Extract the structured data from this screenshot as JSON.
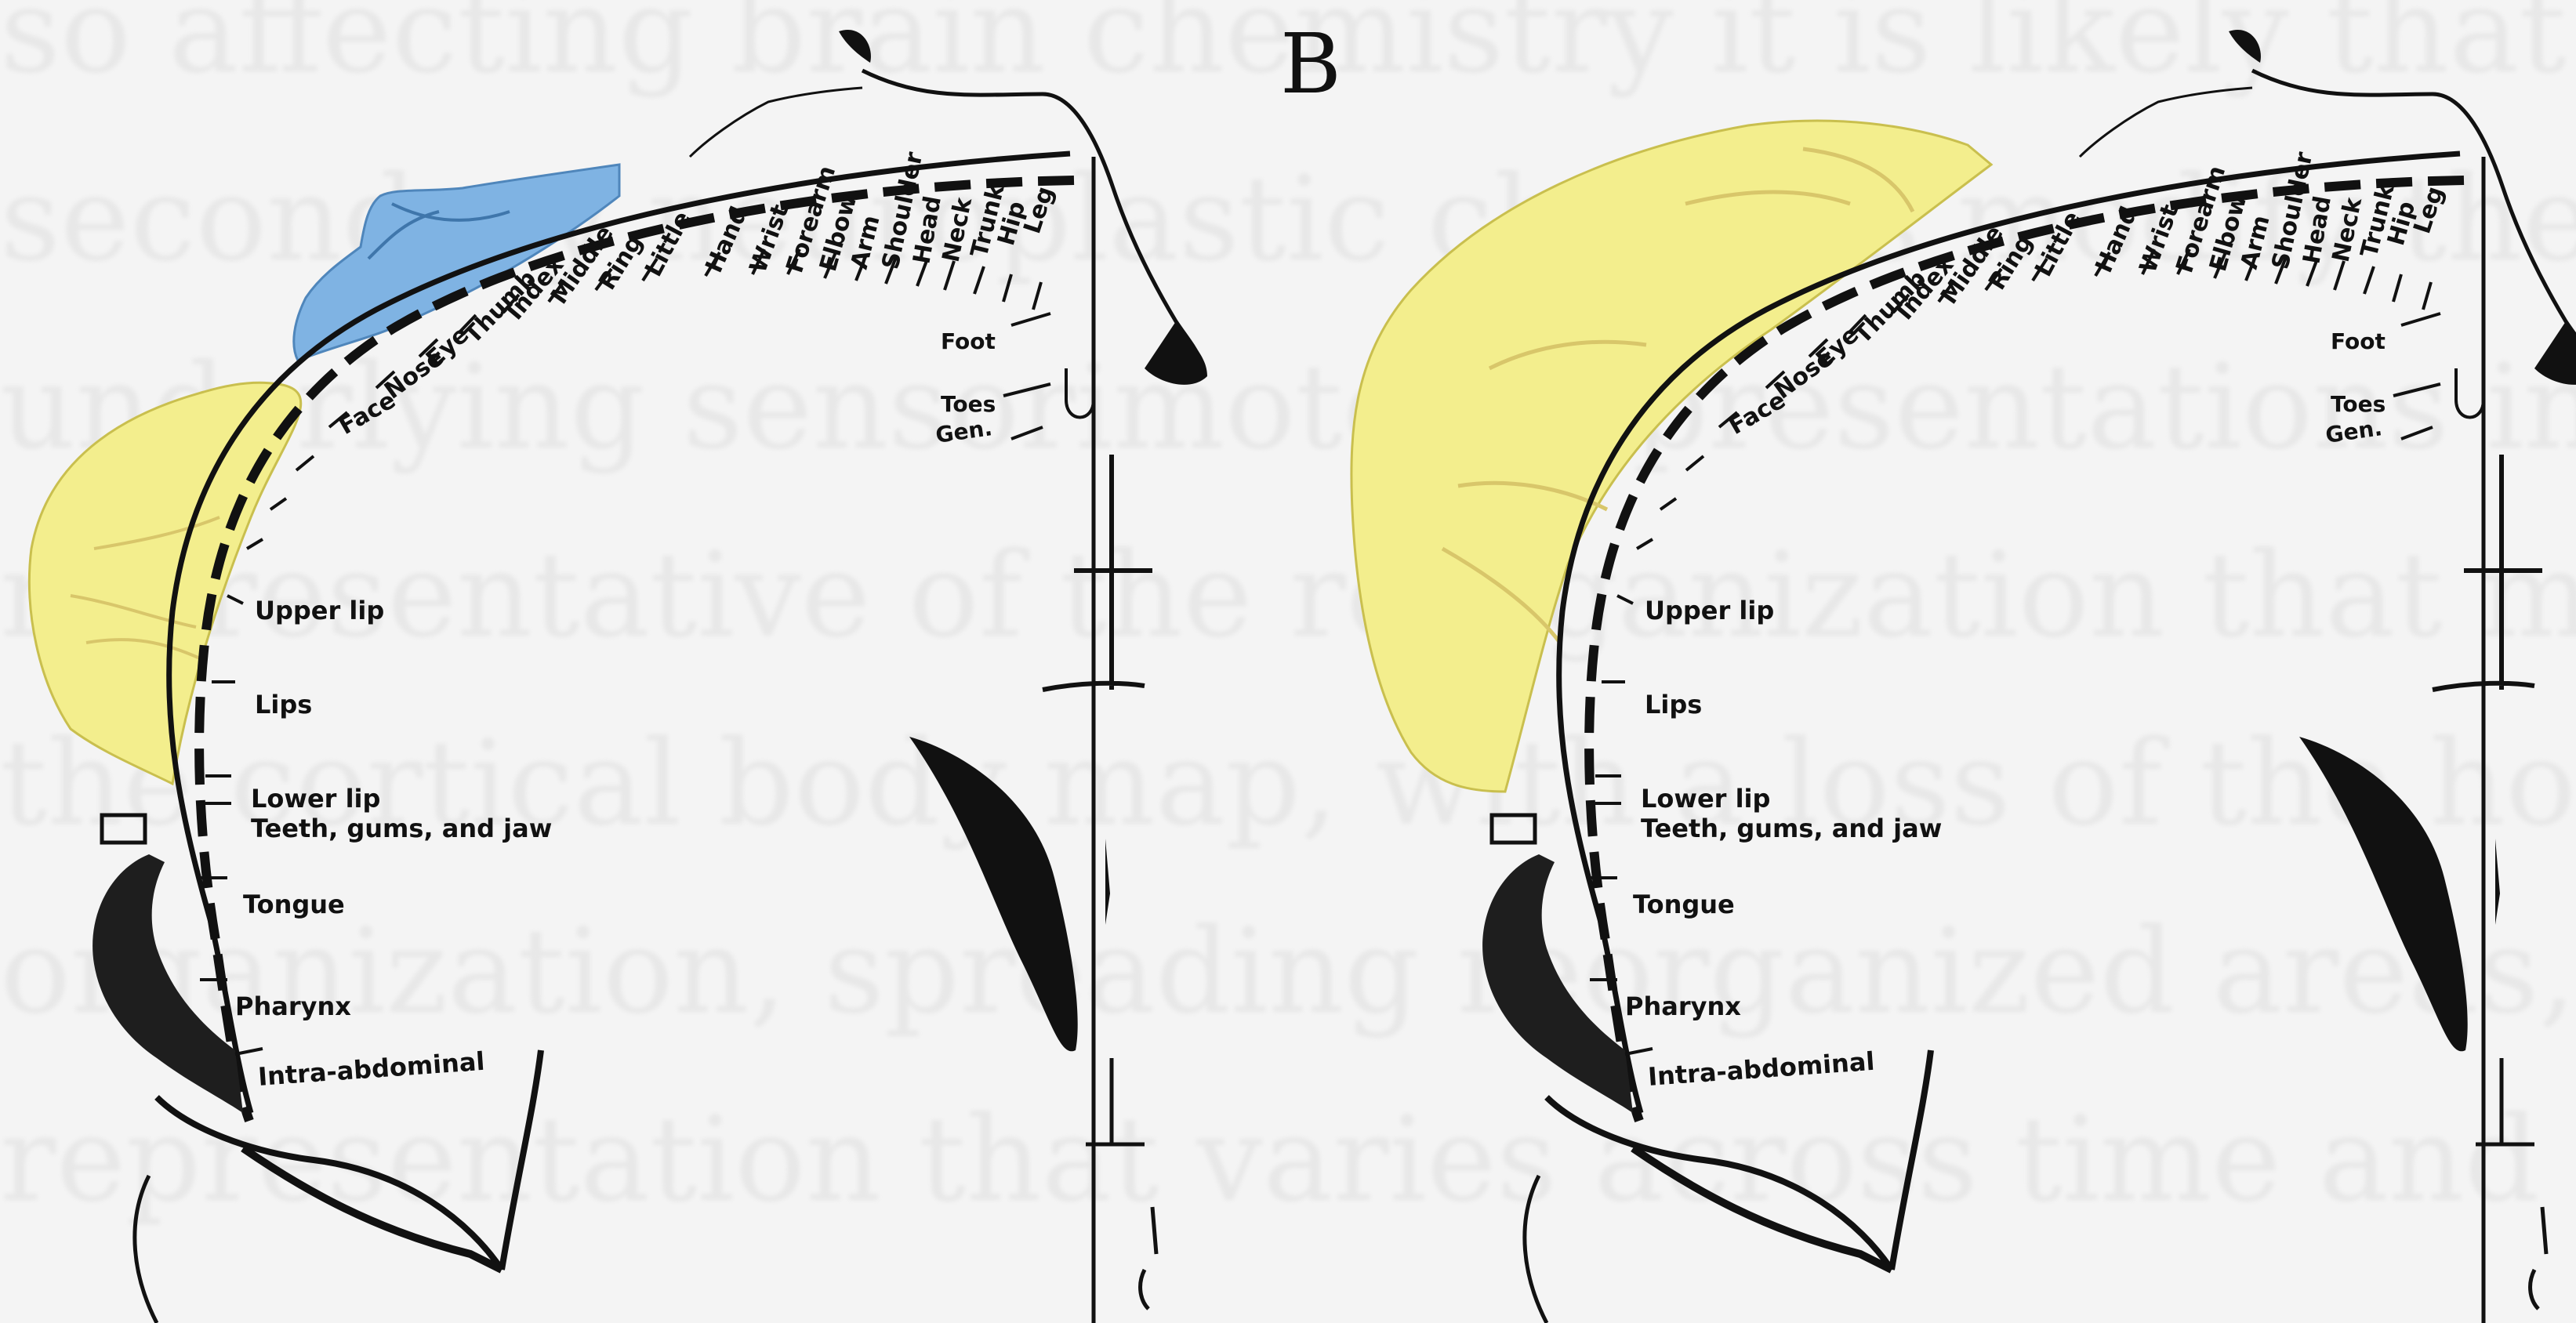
{
  "background_text_lines": [
    "so affecting brain chemistry it is likely that the resulting",
    "secondary neuroplastic changes modify the brain",
    "underlying sensorimotor representations in ways that are",
    "representative of the reorganization that may exist in",
    "the cortical body map, with a loss of the homuncular",
    "organization, spreading reorganized areas, and a",
    "representation that varies across time and between patients"
  ],
  "panel_b_label": "B",
  "body_part_labels": {
    "upper": [
      "Leg",
      "Hip",
      "Trunk",
      "Neck",
      "Head",
      "Shoulder",
      "Arm",
      "Elbow",
      "Forearm",
      "Wrist",
      "Hand",
      "Little",
      "Ring",
      "Middle",
      "Index",
      "Thumb",
      "Eye",
      "Nose",
      "Face"
    ],
    "lower": [
      "Upper lip",
      "Lips",
      "Lower lip",
      "Teeth, gums, and jaw",
      "Tongue",
      "Pharynx",
      "Intra-abdominal"
    ],
    "foot": [
      "Foot",
      "Toes",
      "Gen."
    ]
  },
  "colors": {
    "face_region": "#f3ee8d",
    "face_region_edge": "#c9bf4e",
    "hand_region": "#7fb3e3",
    "hand_region_edge": "#4f86bb",
    "line": "#111111",
    "background": "#f4f4f4"
  }
}
